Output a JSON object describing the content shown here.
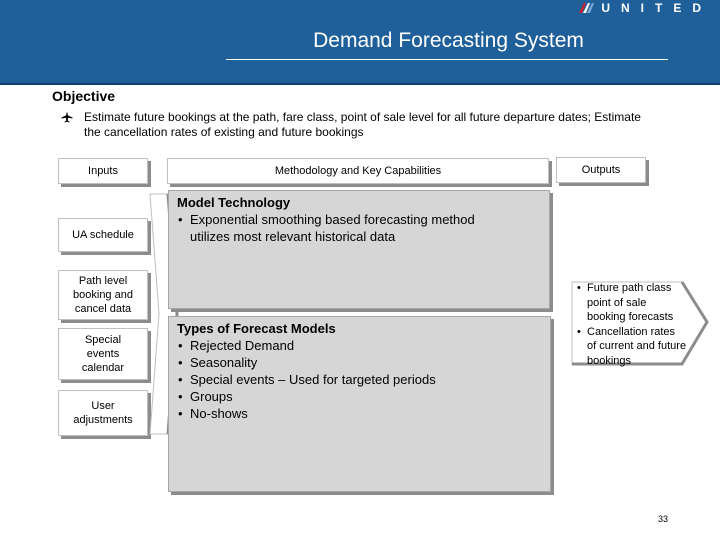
{
  "header": {
    "brand": "UNITED",
    "title": "Demand Forecasting System"
  },
  "objective": {
    "heading": "Objective",
    "text": "Estimate future bookings at the path, fare class, point of sale level for all future departure dates; Estimate the cancellation rates of existing and future bookings"
  },
  "columns": {
    "inputs": "Inputs",
    "methodology": "Methodology and Key Capabilities",
    "outputs": "Outputs"
  },
  "inputs": [
    "UA schedule",
    "Path level booking and cancel data",
    "Special events calendar",
    "User adjustments"
  ],
  "model_technology": {
    "heading": "Model Technology",
    "items": [
      "Exponential smoothing based forecasting method utilizes most relevant historical data"
    ]
  },
  "forecast_models": {
    "heading": "Types of Forecast Models",
    "items": [
      "Rejected Demand",
      "Seasonality",
      "Special events – Used for targeted periods",
      "Groups",
      "No-shows"
    ]
  },
  "outputs": {
    "items": [
      "Future path class point of sale booking forecasts",
      "Cancellation rates of current and future bookings"
    ]
  },
  "page_number": "33",
  "colors": {
    "header_bg": "#1f5f9a",
    "panel_bg": "#d6d6d6",
    "brand_accent": "#d0202e"
  }
}
